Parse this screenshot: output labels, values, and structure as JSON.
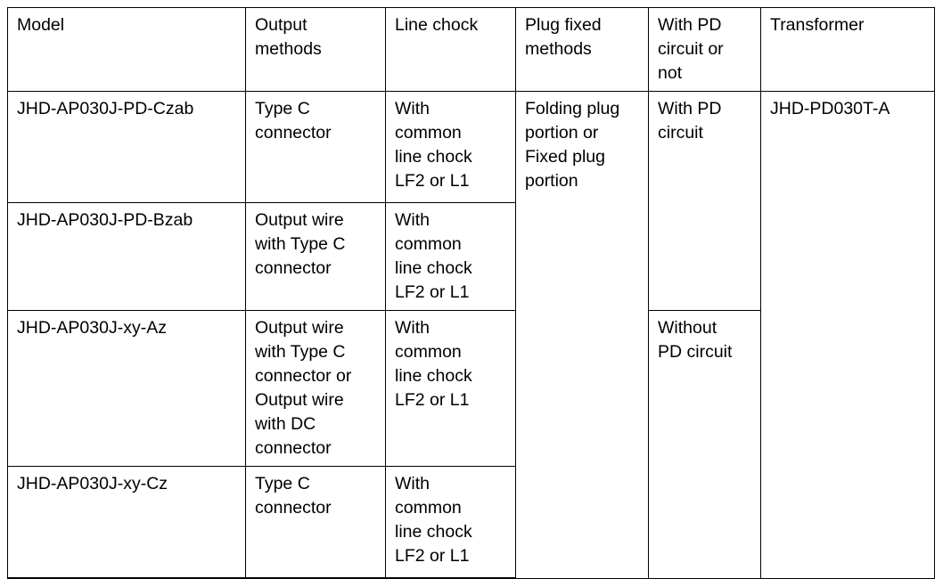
{
  "document": {
    "type": "specification-table",
    "background_color": "#ffffff",
    "text_color": "#000000",
    "border_color": "#000000"
  },
  "table": {
    "columns": [
      {
        "key": "model",
        "header": "Model"
      },
      {
        "key": "output",
        "header": "Output\nmethods"
      },
      {
        "key": "line_chock",
        "header": "Line chock"
      },
      {
        "key": "plug",
        "header": "Plug fixed\nmethods"
      },
      {
        "key": "pd",
        "header": "With PD\ncircuit or\nnot"
      },
      {
        "key": "transformer",
        "header": "Transformer"
      }
    ],
    "rows": [
      {
        "model": "JHD-AP030J-PD-Czab",
        "output": "Type C\nconnector",
        "line_chock": "With\ncommon\nline chock\nLF2 or L1",
        "plug": "Folding plug\nportion or\nFixed plug\nportion",
        "pd": "With PD\ncircuit",
        "transformer": "JHD-PD030T-A"
      },
      {
        "model": "JHD-AP030J-PD-Bzab",
        "output": "Output wire\nwith Type C\nconnector",
        "line_chock": "With\ncommon\nline chock\nLF2 or L1"
      },
      {
        "model": "JHD-AP030J-xy-Az",
        "output": "Output wire\nwith Type C\nconnector or\nOutput wire\nwith DC\nconnector",
        "line_chock": "With\ncommon\nline chock\nLF2 or L1",
        "pd": "Without\nPD circuit"
      },
      {
        "model": "JHD-AP030J-xy-Cz",
        "output": "Type C\nconnector",
        "line_chock": "With\ncommon\nline chock\nLF2 or L1"
      }
    ]
  }
}
